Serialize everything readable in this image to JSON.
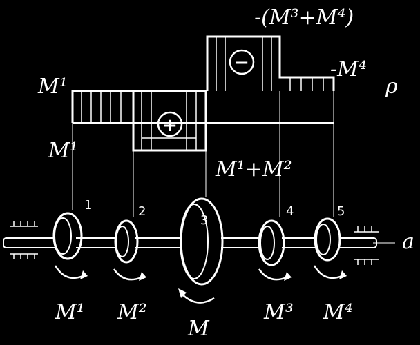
{
  "diagram": {
    "label_top_right": "-(M³+M⁴)",
    "label_left_top": "M¹",
    "label_right_top": "-M⁴",
    "label_rho": "ρ",
    "label_mid_left": "M¹",
    "label_mid_right": "M¹+M²",
    "label_axis": "a",
    "sign_plus": "+",
    "sign_minus": "−",
    "disk_numbers": [
      "1",
      "2",
      "3",
      "4",
      "5"
    ],
    "moment_labels": [
      "M¹",
      "M²",
      "M",
      "M³",
      "M⁴"
    ]
  }
}
